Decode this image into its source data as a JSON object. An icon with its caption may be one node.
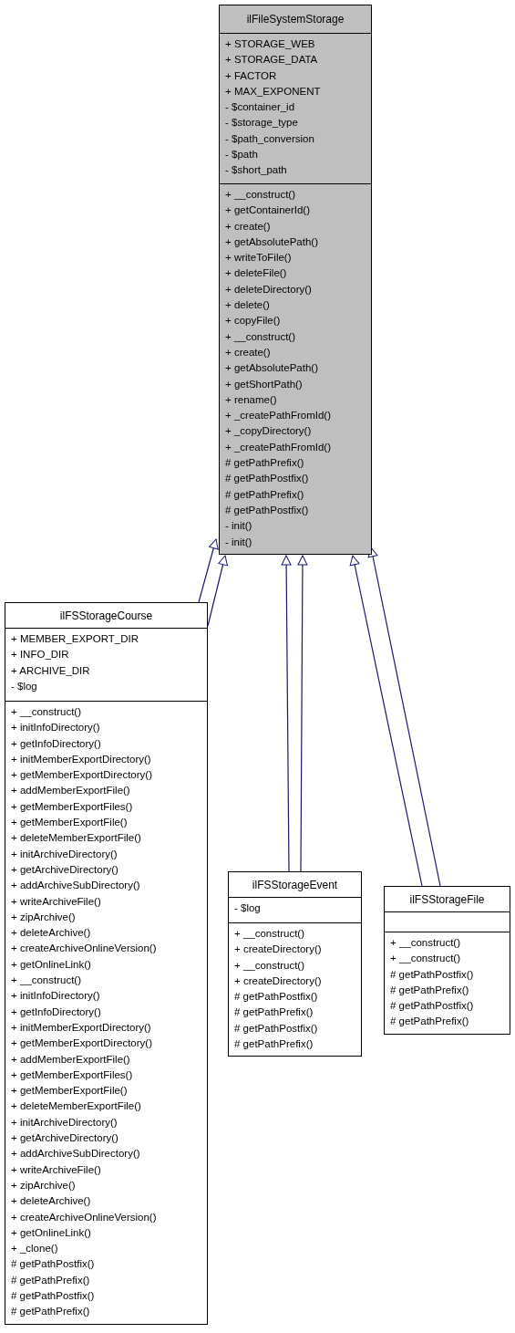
{
  "diagram": {
    "nodes": [
      {
        "text": [
          "ilFileSystemStorage",
          "+ STORAGE_WEB",
          "+ STORAGE_DATA",
          "+ FACTOR",
          "+ MAX_EXPONENT",
          "- $container_id",
          "- $storage_type",
          "- $path_conversion",
          "- $path",
          "- $short_path",
          "+ __construct()",
          "+ getContainerId()",
          "+ create()",
          "+ getAbsolutePath()",
          "+ writeToFile()",
          "+ deleteFile()",
          "+ deleteDirectory()",
          "+ delete()",
          "+ copyFile()",
          "+ __construct()",
          "+ create()",
          "+ getAbsolutePath()",
          "+ getShortPath()",
          "+ rename()",
          "+ _createPathFromId()",
          "+ _copyDirectory()",
          "+ _createPathFromId()",
          "# getPathPrefix()",
          "# getPathPostfix()",
          "# getPathPrefix()",
          "# getPathPostfix()",
          "- init()",
          "- init()"
        ]
      },
      {
        "text": [
          "ilFSStorageCourse",
          "+ MEMBER_EXPORT_DIR",
          "+ INFO_DIR",
          "+ ARCHIVE_DIR",
          "- $log",
          "+ __construct()",
          "+ initInfoDirectory()",
          "+ getInfoDirectory()",
          "+ initMemberExportDirectory()",
          "+ getMemberExportDirectory()",
          "+ addMemberExportFile()",
          "+ getMemberExportFiles()",
          "+ getMemberExportFile()",
          "+ deleteMemberExportFile()",
          "+ initArchiveDirectory()",
          "+ getArchiveDirectory()",
          "+ addArchiveSubDirectory()",
          "+ writeArchiveFile()",
          "+ zipArchive()",
          "+ deleteArchive()",
          "+ createArchiveOnlineVersion()",
          "+ getOnlineLink()",
          "+ __construct()",
          "+ initInfoDirectory()",
          "+ getInfoDirectory()",
          "+ initMemberExportDirectory()",
          "+ getMemberExportDirectory()",
          "+ addMemberExportFile()",
          "+ getMemberExportFiles()",
          "+ getMemberExportFile()",
          "+ deleteMemberExportFile()",
          "+ initArchiveDirectory()",
          "+ getArchiveDirectory()",
          "+ addArchiveSubDirectory()",
          "+ writeArchiveFile()",
          "+ zipArchive()",
          "+ deleteArchive()",
          "+ createArchiveOnlineVersion()",
          "+ getOnlineLink()",
          "+ _clone()",
          "# getPathPostfix()",
          "# getPathPrefix()",
          "# getPathPostfix()",
          "# getPathPrefix()"
        ]
      },
      {
        "text": [
          "ilFSStorageEvent",
          "- $log",
          "+ __construct()",
          "+ createDirectory()",
          "+ __construct()",
          "+ createDirectory()",
          "# getPathPostfix()",
          "# getPathPrefix()",
          "# getPathPostfix()",
          "# getPathPrefix()"
        ]
      },
      {
        "text": [
          "ilFSStorageFile",
          "+ __construct()",
          "+ __construct()",
          "# getPathPostfix()",
          "# getPathPrefix()",
          "# getPathPostfix()",
          "# getPathPrefix()"
        ]
      }
    ],
    "edges": [
      {
        "from": 1,
        "to": 0,
        "arrow": "to"
      },
      {
        "from": 1,
        "to": 0,
        "arrow": "to"
      },
      {
        "from": 2,
        "to": 0,
        "arrow": "to"
      },
      {
        "from": 2,
        "to": 0,
        "arrow": "to"
      },
      {
        "from": 3,
        "to": 0,
        "arrow": "to"
      },
      {
        "from": 3,
        "to": 0,
        "arrow": "to"
      }
    ]
  }
}
